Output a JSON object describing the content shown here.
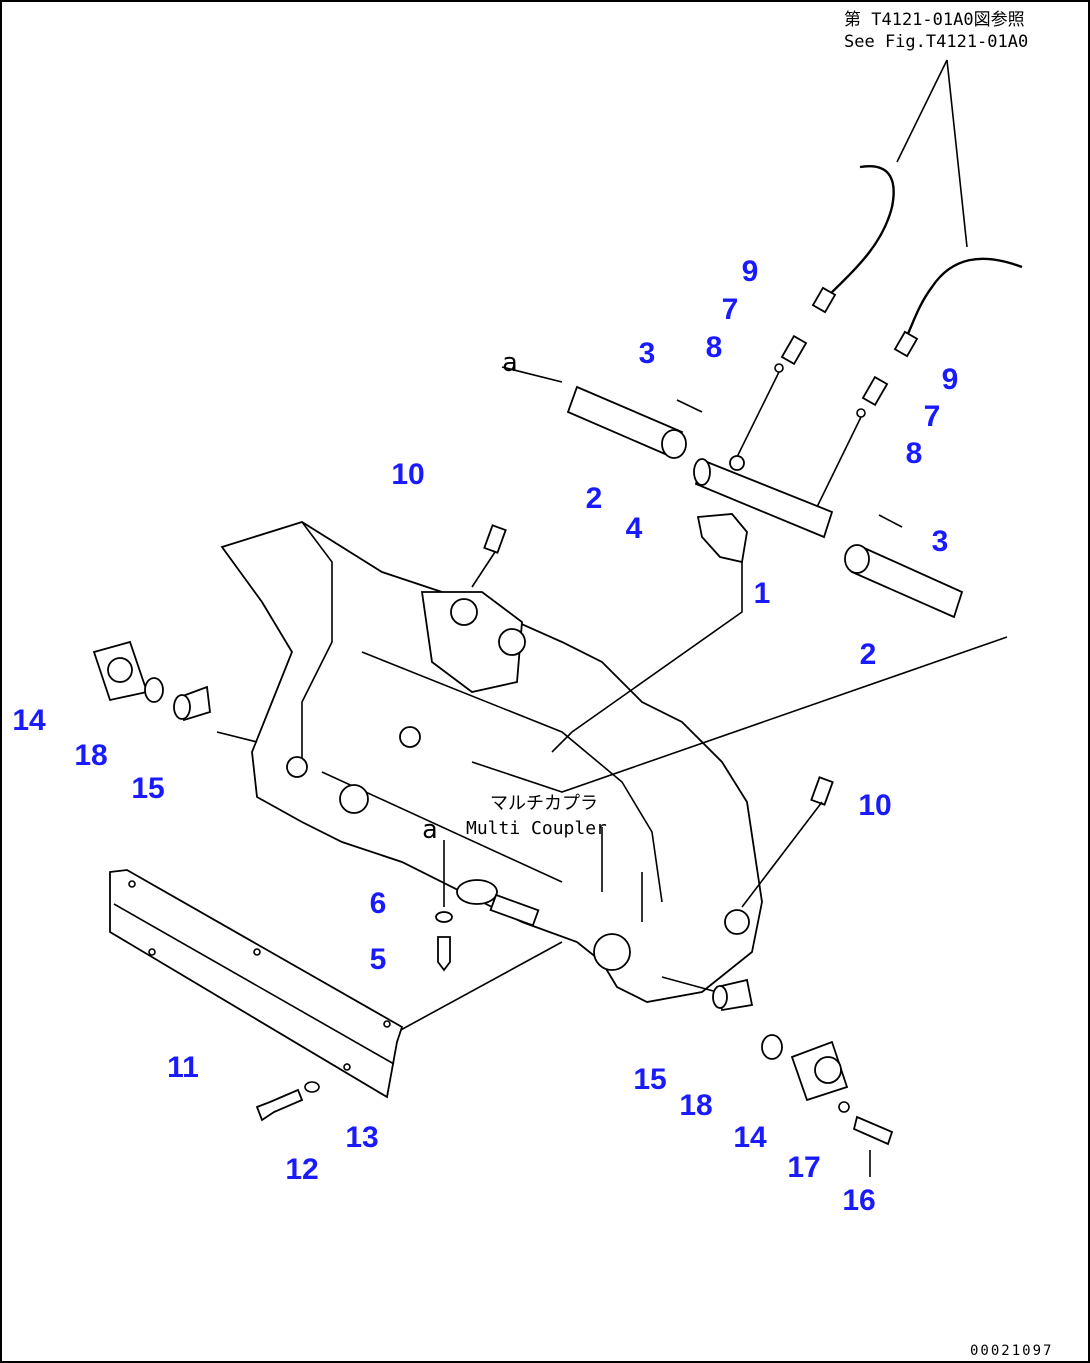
{
  "reference": {
    "jp": "第 T4121-01A0図参照",
    "en": "See Fig.T4121-01A0"
  },
  "caption": {
    "jp": "マルチカプラ",
    "en": "Multi Coupler"
  },
  "arrow_tags": [
    "a",
    "a"
  ],
  "figure_code": "00021097",
  "callouts": [
    "9",
    "7",
    "8",
    "3",
    "2",
    "4",
    "1",
    "10",
    "9",
    "7",
    "8",
    "3",
    "2",
    "14",
    "18",
    "15",
    "10",
    "6",
    "5",
    "11",
    "13",
    "12",
    "15",
    "18",
    "14",
    "17",
    "16"
  ],
  "colors": {
    "callout": "#1a1aff",
    "line": "#000000"
  }
}
